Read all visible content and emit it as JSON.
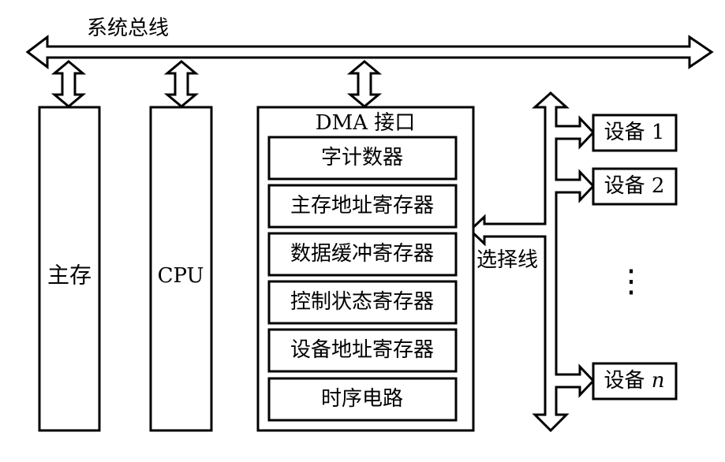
{
  "bus_label": "系统总线",
  "main_memory": "主存",
  "cpu": "CPU",
  "dma": {
    "title": "DMA 接口",
    "registers": [
      "字计数器",
      "主存地址寄存器",
      "数据缓冲寄存器",
      "控制状态寄存器",
      "设备地址寄存器",
      "时序电路"
    ]
  },
  "select_line_label": "选择线",
  "devices": [
    {
      "prefix": "设备 ",
      "index": "1"
    },
    {
      "prefix": "设备 ",
      "index": "2"
    },
    {
      "prefix": "设备 ",
      "index": "n"
    }
  ],
  "ellipsis": "⋮"
}
